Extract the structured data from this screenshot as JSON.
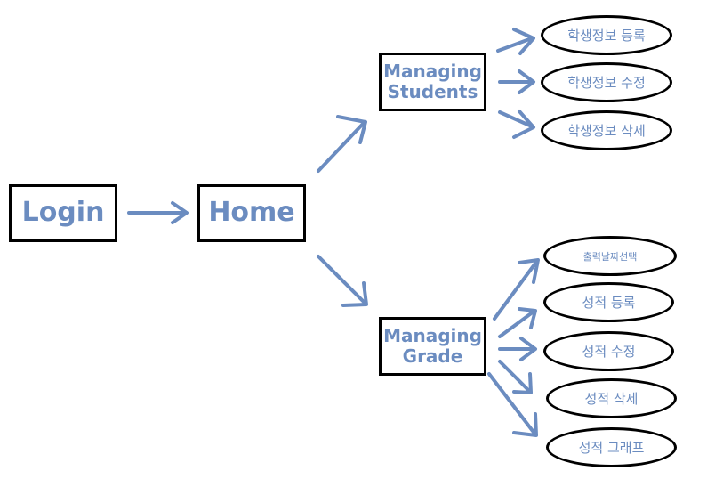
{
  "nodes": {
    "login": "Login",
    "home": "Home",
    "managing_students": [
      "Managing",
      "Students"
    ],
    "managing_grade": [
      "Managing",
      "Grade"
    ]
  },
  "student_actions": [
    "학생정보 등록",
    "학생정보 수정",
    "학생정보 삭제"
  ],
  "grade_actions": [
    "출력날짜선택",
    "성적 등록",
    "성적 수정",
    "성적 삭제",
    "성적 그래프"
  ],
  "colors": {
    "text": "#6b8cc0",
    "arrow": "#6b8cc0",
    "border": "#000000"
  }
}
